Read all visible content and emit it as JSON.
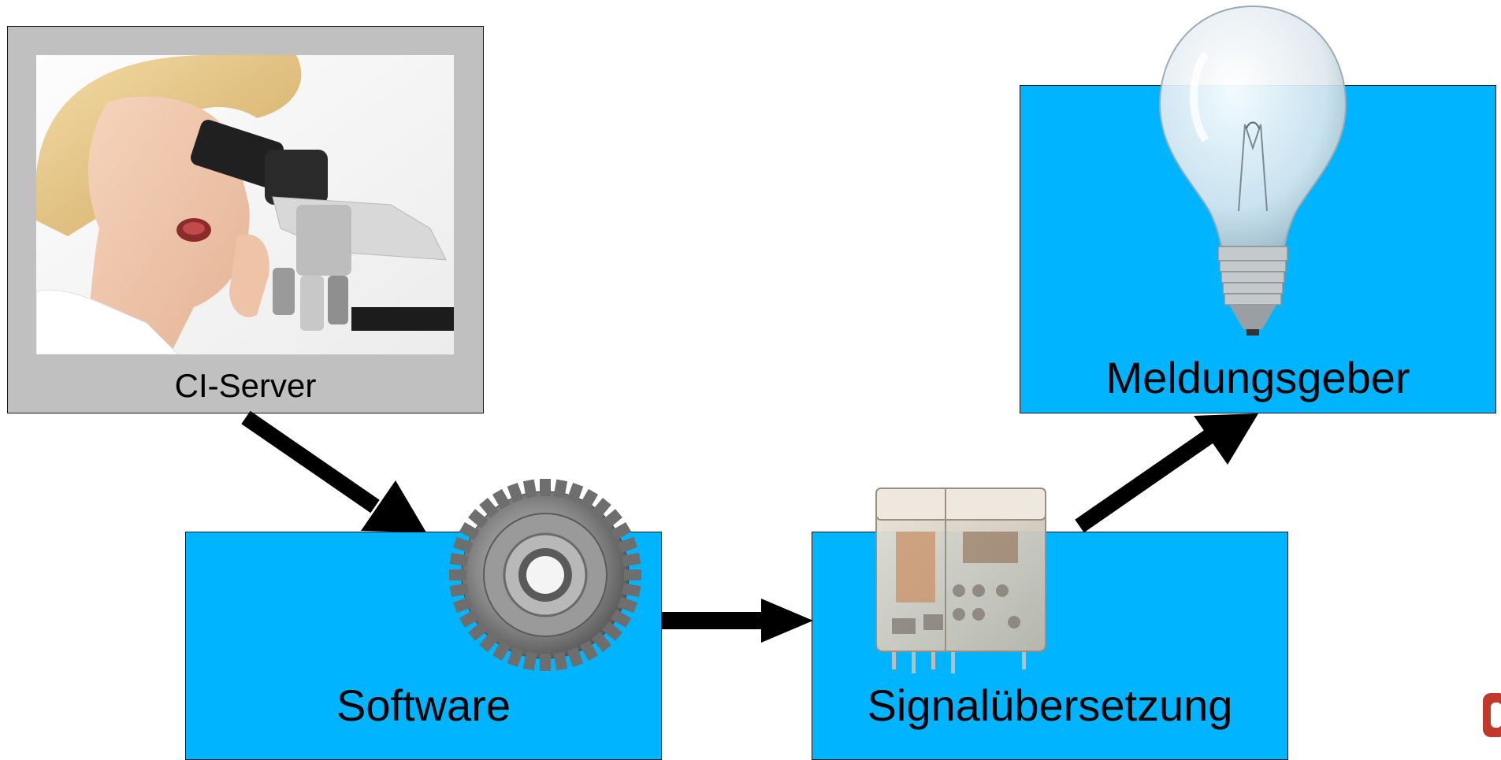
{
  "nodes": {
    "ci_server": {
      "label": "CI-Server",
      "image": "scientist-microscope-photo"
    },
    "software": {
      "label": "Software",
      "image": "gear-icon"
    },
    "signal": {
      "label": "Signalübersetzung",
      "image": "relay-icon"
    },
    "notifier": {
      "label": "Meldungsgeber",
      "image": "lightbulb-icon"
    }
  },
  "edges": [
    {
      "from": "ci_server",
      "to": "software"
    },
    {
      "from": "software",
      "to": "signal"
    },
    {
      "from": "signal",
      "to": "notifier"
    }
  ],
  "colors": {
    "box_fill": "#00b4ff",
    "ci_frame": "#c0c0c0",
    "arrow": "#000000"
  }
}
